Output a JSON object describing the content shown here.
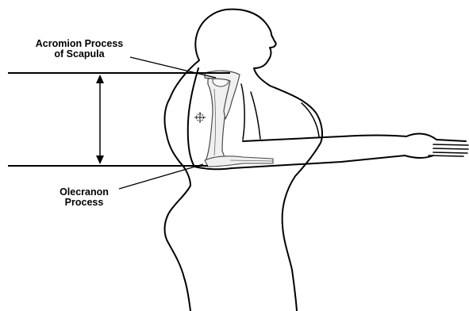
{
  "labels": {
    "acromion": {
      "line1": "Acromion Process",
      "line2": "of Scapula"
    },
    "olecranon": {
      "line1": "Olecranon",
      "line2": "Process"
    }
  },
  "colors": {
    "ink": "#000000",
    "bone_fill": "#f0f0f0",
    "bone_stroke": "#4a4a4a",
    "background": "#ffffff"
  }
}
